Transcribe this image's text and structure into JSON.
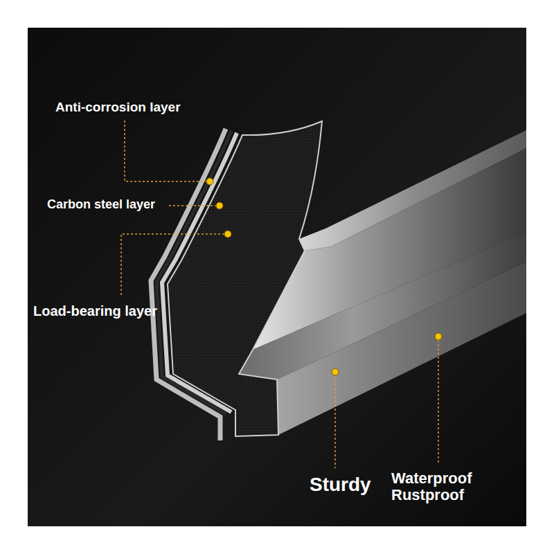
{
  "diagram": {
    "labels": [
      "Anti-corrosion layer",
      "Carbon steel layer",
      "Load-bearing layer",
      "Sturdy",
      "Waterproof Rustproof"
    ]
  }
}
